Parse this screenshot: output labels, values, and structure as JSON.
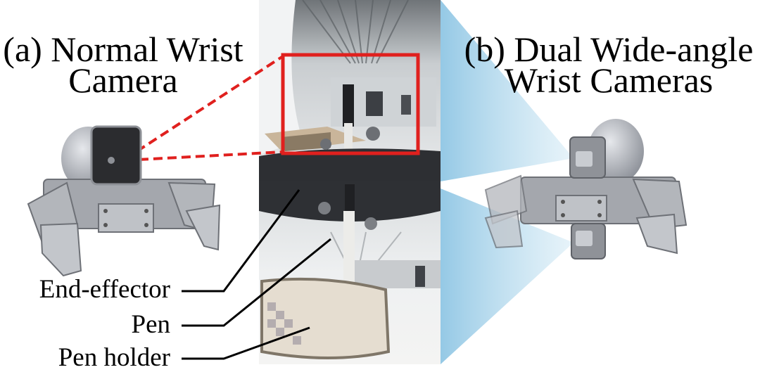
{
  "figure": {
    "title_a_line1": "(a) Normal Wrist",
    "title_a_line2": "Camera",
    "title_b_line1": "(b) Dual Wide-angle",
    "title_b_line2": "Wrist Cameras",
    "labels": {
      "end_effector": "End-effector",
      "pen": "Pen",
      "pen_holder": "Pen holder"
    }
  },
  "colors": {
    "highlight_box": "#e0201e",
    "dashed_line": "#e0201e",
    "camera_fov": "#a9d4ea",
    "leader_line": "#000000",
    "gripper_metal": "#9a9da3",
    "camera_body": "#2b2c2f"
  }
}
